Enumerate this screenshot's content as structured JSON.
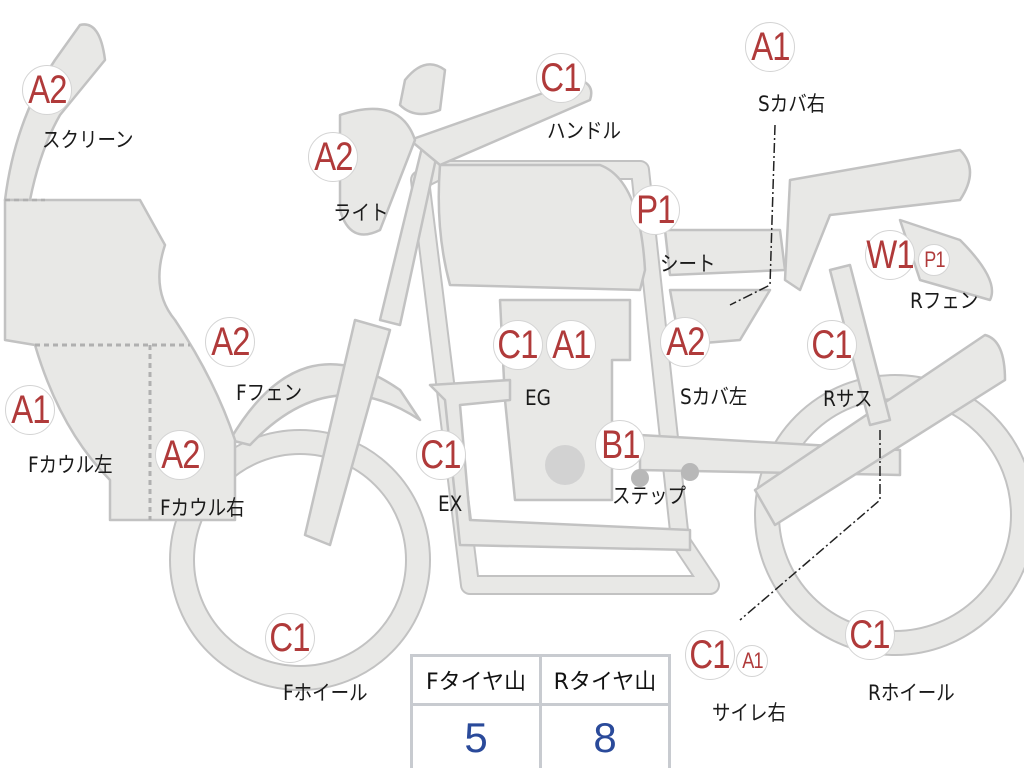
{
  "parts": [
    {
      "label": "スクリーン",
      "grades": [
        "A2"
      ]
    },
    {
      "label": "ライト",
      "grades": [
        "A2"
      ]
    },
    {
      "label": "ハンドル",
      "grades": [
        "C1"
      ]
    },
    {
      "label": "Sカバ右",
      "grades": [
        "A1"
      ]
    },
    {
      "label": "シート",
      "grades": [
        "P1"
      ]
    },
    {
      "label": "Rフェン",
      "grades": [
        "W1",
        "P1"
      ]
    },
    {
      "label": "Fフェン",
      "grades": [
        "A2"
      ]
    },
    {
      "label": "EG",
      "grades": [
        "C1",
        "A1"
      ]
    },
    {
      "label": "Sカバ左",
      "grades": [
        "A2"
      ]
    },
    {
      "label": "Rサス",
      "grades": [
        "C1"
      ]
    },
    {
      "label": "Fカウル左",
      "grades": [
        "A1"
      ]
    },
    {
      "label": "Fカウル右",
      "grades": [
        "A2"
      ]
    },
    {
      "label": "EX",
      "grades": [
        "C1"
      ]
    },
    {
      "label": "ステップ",
      "grades": [
        "B1"
      ]
    },
    {
      "label": "Fホイール",
      "grades": [
        "C1"
      ]
    },
    {
      "label": "サイレ右",
      "grades": [
        "C1",
        "A1"
      ]
    },
    {
      "label": "Rホイール",
      "grades": [
        "C1"
      ]
    }
  ],
  "tires": {
    "headers": [
      "Fタイヤ山",
      "Rタイヤ山"
    ],
    "values": [
      "5",
      "8"
    ]
  },
  "colors": {
    "grade": "#b03a3a",
    "tire_value": "#2a4a9a",
    "body_fill": "#e8e8e6",
    "body_stroke": "#c2c2c2"
  }
}
